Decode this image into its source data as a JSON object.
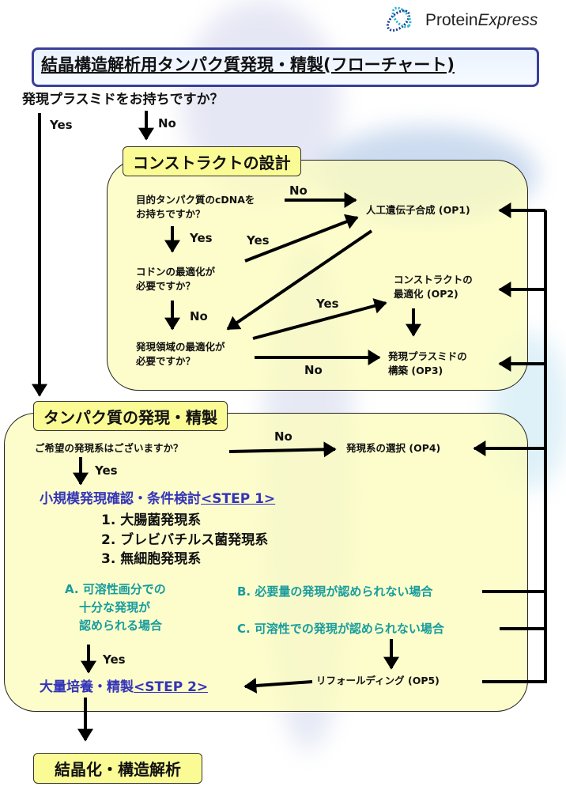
{
  "logo": {
    "brand_plain": "Protein",
    "brand_italic": "Express"
  },
  "title": "結晶構造解析用タンパク質発現・精製(フローチャート)",
  "top_question": "発現プラスミドをお持ちですか？",
  "labels": {
    "yes": "Yes",
    "no": "No"
  },
  "section1": {
    "header": "コンストラクトの設計",
    "q1": [
      "目的タンパク質のcDNAを",
      "お持ちですか？"
    ],
    "q2": [
      "コドンの最適化が",
      "必要ですか？"
    ],
    "q3": [
      "発現領域の最適化が",
      "必要ですか？"
    ],
    "op1": "人工遺伝子合成 (OP1)",
    "op2": [
      "コンストラクトの",
      "最適化 (OP2)"
    ],
    "op3": [
      "発現プラスミドの",
      "構築 (OP3)"
    ]
  },
  "section2": {
    "header": "タンパク質の発現・精製",
    "question": "ご希望の発現系はございますか？",
    "op4": "発現系の選択 (OP4)",
    "step1_main": "小規模発現確認・条件検討",
    "step1_tag": "<STEP 1>",
    "systems": [
      "1. 大腸菌発現系",
      "2. ブレビバチルス菌発現系",
      "3. 無細胞発現系"
    ],
    "case_a": [
      "A. 可溶性画分での",
      "十分な発現が",
      "認められる場合"
    ],
    "case_b": "B. 必要量の発現が認められない場合",
    "case_c": "C. 可溶性での発現が認められない場合",
    "op5": "リフォールディング (OP5)",
    "step2_main": "大量培養・精製",
    "step2_tag": "<STEP 2>"
  },
  "final": "結晶化・構造解析",
  "colors": {
    "title_border": "#3a3f9a",
    "panel": "#fcfcbe",
    "header": "#fbfb96",
    "blue": "#3434b8",
    "teal": "#179c9c"
  }
}
